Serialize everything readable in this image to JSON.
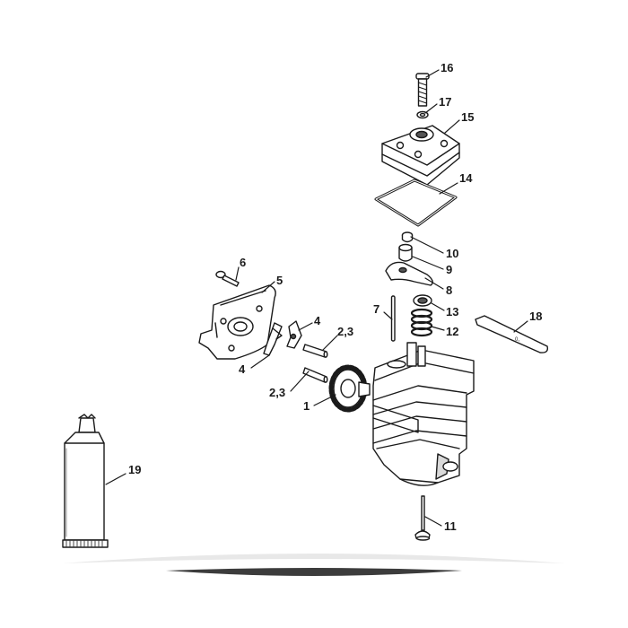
{
  "diagram": {
    "callouts": {
      "p1": "1",
      "p23a": "2,3",
      "p23b": "2,3",
      "p4a": "4",
      "p4b": "4",
      "p5": "5",
      "p6": "6",
      "p7": "7",
      "p8": "8",
      "p9": "9",
      "p10": "10",
      "p11": "11",
      "p12": "12",
      "p13": "13",
      "p14": "14",
      "p15": "15",
      "p16": "16",
      "p17": "17",
      "p18": "18",
      "p19": "19"
    },
    "colors": {
      "line": "#1a1a1a",
      "fill": "#ffffff",
      "shade": "#d9d9d9"
    }
  }
}
